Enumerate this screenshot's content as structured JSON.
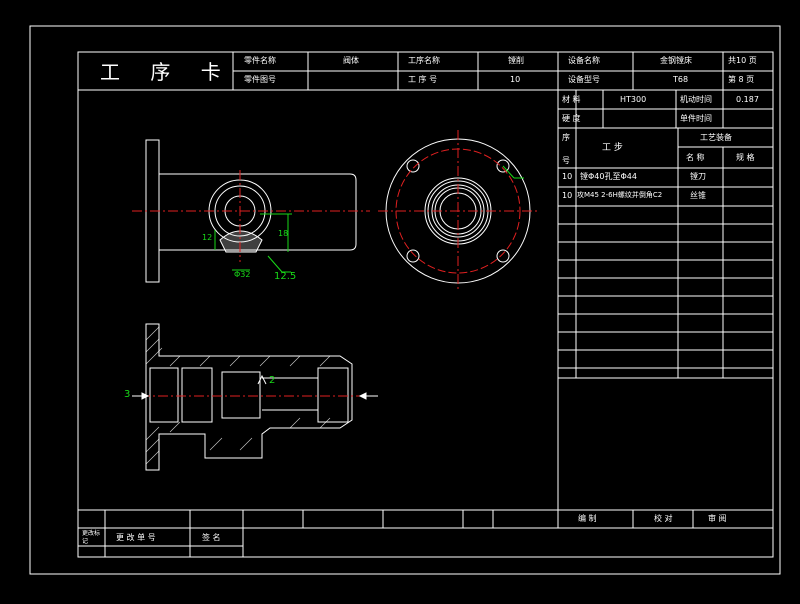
{
  "header": {
    "card_title": "工 序 卡",
    "part_name_label": "零件名称",
    "part_name_value": "阀体",
    "part_no_label": "零件图号",
    "process_name_label": "工序名称",
    "process_name_value": "镗削",
    "process_no_label": "工 序 号",
    "process_no_value": "10",
    "equipment_name_label": "设备名称",
    "equipment_name_value": "金钢镗床",
    "equipment_model_label": "设备型号",
    "equipment_model_value": "T68",
    "total_pages": "共10 页",
    "page_no": "第 8 页"
  },
  "info": {
    "material_label": "材 料",
    "material_value": "HT300",
    "machine_time_label": "机动时间",
    "machine_time_value": "0.187",
    "hardness_label": "硬 度",
    "unit_time_label": "单件时间"
  },
  "steps_table": {
    "seq_label_top": "序",
    "seq_label_bottom": "号",
    "step_label": "工 步",
    "equip_label": "工艺装备",
    "name_label": "名 称",
    "spec_label": "规 格",
    "rows": [
      {
        "no": "10",
        "step": "镗Φ40孔至Φ44",
        "tool": "镗刀"
      },
      {
        "no": "10",
        "step": "攻M45 2-6H螺纹并倒角C2",
        "tool": "丝锥"
      }
    ]
  },
  "footer": {
    "change_mark_label": "更改标记",
    "change_no_label": "更 改 单 号",
    "sign_label": "签 名",
    "prepared_label": "编 制",
    "checked_label": "校 对",
    "approved_label": "审 阅"
  },
  "drawing": {
    "dim_diameter": "Φ32",
    "dim_left": "12",
    "dim_right": "18",
    "dim_rough": "12.5",
    "label_a": "3",
    "label_b": "2"
  },
  "colors": {
    "line": "#ffffff",
    "center": "#e02020",
    "dimension": "#18d818",
    "background": "#000000"
  }
}
